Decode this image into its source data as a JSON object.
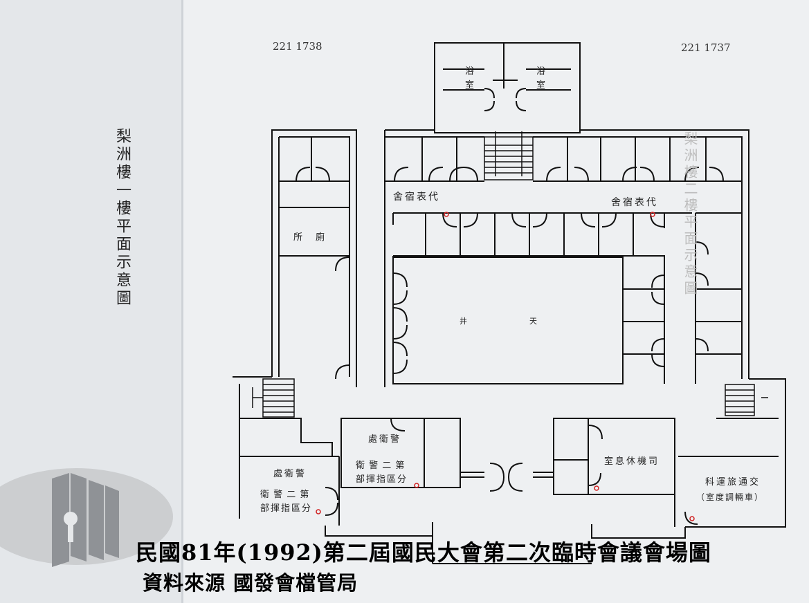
{
  "doc_numbers": {
    "left": "221 1738",
    "right": "221 1737"
  },
  "vertical_title": "梨洲樓一樓平面示意圖",
  "ghost_title": "梨洲樓二樓平面示意圖",
  "rooms": {
    "bath_left_1": "浴",
    "bath_left_2": "室",
    "bath_right_1": "浴",
    "bath_right_2": "室",
    "dorm_left": "舍宿表代",
    "dorm_right": "舍宿表代",
    "restroom": "所　廁",
    "courtyard_1": "井",
    "courtyard_2": "天",
    "guard_upper_title": "處衛警",
    "guard_upper_line1": "衛 警 二 第",
    "guard_upper_line2": "部揮指區分",
    "guard_lower_title": "處衛警",
    "guard_lower_line1": "衛 警 二 第",
    "guard_lower_line2": "部揮指區分",
    "driver_lounge": "室息休機司",
    "transport_1": "科運旅通交",
    "transport_2": "（室度調輛車）"
  },
  "caption": {
    "line1": "民國81年(1992)第二屆國民大會第二次臨時會議會場圖",
    "line2": "資料來源 國發會檔管局"
  },
  "colors": {
    "ink": "#111111",
    "marker": "#d02020",
    "paper": "#eef0f2"
  }
}
